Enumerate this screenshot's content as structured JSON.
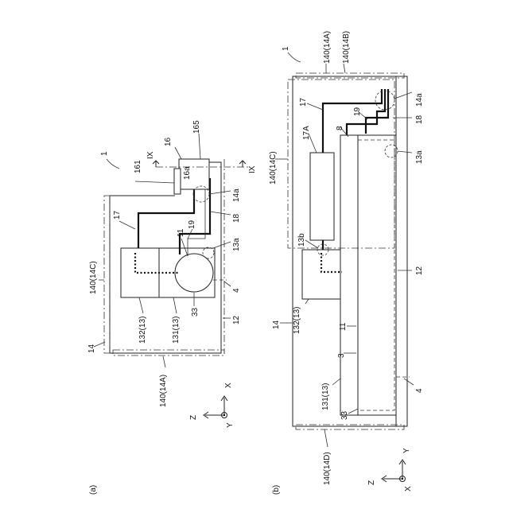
{
  "panel_a": {
    "caption": "(a)",
    "ref_main": "1",
    "labels": {
      "l140_14A": "140(14A)",
      "l140_14C": "140(14C)",
      "l14": "14",
      "l132": "132(13)",
      "l131": "131(13)",
      "l33": "33",
      "l11": "11",
      "l19": "19",
      "l17": "17",
      "l161": "161",
      "l16": "16",
      "l16a": "16a",
      "l165": "165",
      "lIX1": "IX",
      "lIX2": "IX",
      "l14a": "14a",
      "l18": "18",
      "l13a": "13a",
      "l4": "4",
      "l12": "12"
    },
    "axes": {
      "x": "X",
      "y": "Y",
      "z": "Z"
    }
  },
  "panel_b": {
    "caption": "(b)",
    "ref_main": "1",
    "labels": {
      "l140_14A": "140(14A)",
      "l140_14B": "140(14B)",
      "l140_14C": "140(14C)",
      "l140_14D": "140(14D)",
      "l14a": "14a",
      "l17": "17",
      "l17A": "17A",
      "l8": "8",
      "l19": "19",
      "l18": "18",
      "l13a": "13a",
      "l13b": "13b",
      "l12": "12",
      "l132": "132(13)",
      "l14": "14",
      "l11": "11",
      "l3": "3",
      "l131": "131(13)",
      "l33": "33",
      "l4": "4"
    },
    "axes": {
      "x": "X",
      "y": "Y",
      "z": "Z"
    }
  }
}
